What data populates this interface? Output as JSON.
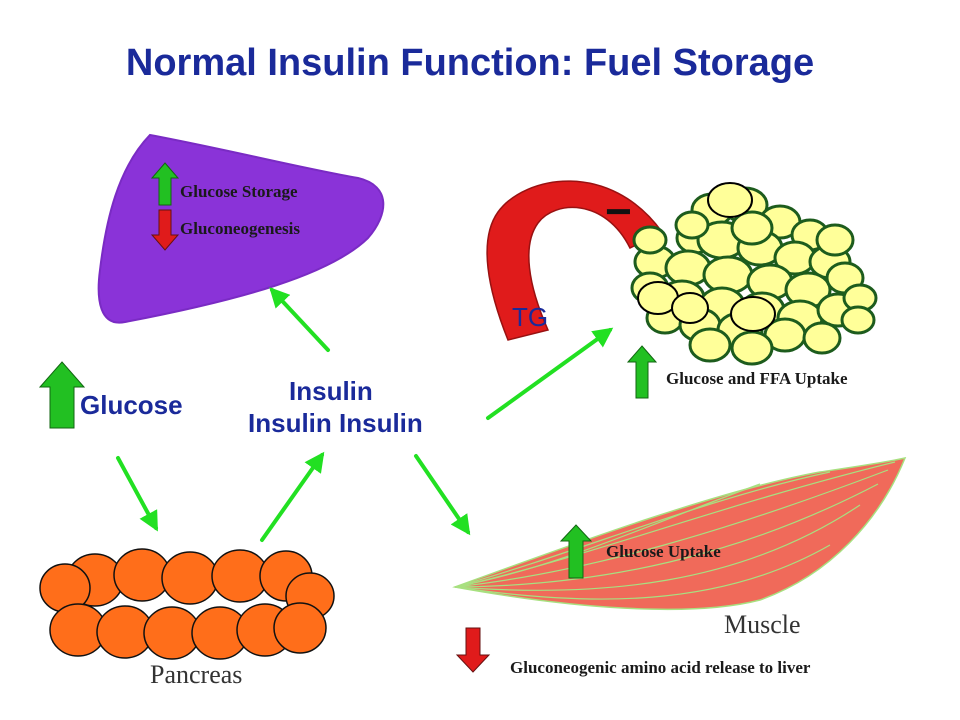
{
  "title": "Normal Insulin Function:  Fuel Storage",
  "liver": {
    "up_label": "Glucose Storage",
    "down_label": "Gluconeogenesis"
  },
  "fat": {
    "tg_label": "TG",
    "inhibit_sign": "−",
    "up_label": "Glucose  and FFA Uptake"
  },
  "glucose": {
    "label": "Glucose"
  },
  "insulin": {
    "top": "Insulin",
    "bottom": "Insulin  Insulin"
  },
  "muscle": {
    "up_label": "Glucose Uptake",
    "name": "Muscle",
    "down_label": "Gluconeogenic amino acid release to liver"
  },
  "pancreas": {
    "name": "Pancreas"
  },
  "colors": {
    "title": "#1a2a9a",
    "liver": "#8a33d8",
    "fat_cell": "#ffff99",
    "fat_border": "#1d5c1d",
    "pancreas": "#ff6e1a",
    "muscle": "#f06a5a",
    "muscle_line": "#a8e080",
    "up_arrow": "#22c022",
    "down_arrow": "#e01b1b",
    "tg_arrow": "#e01b1b",
    "flow_arrow": "#22e022"
  }
}
